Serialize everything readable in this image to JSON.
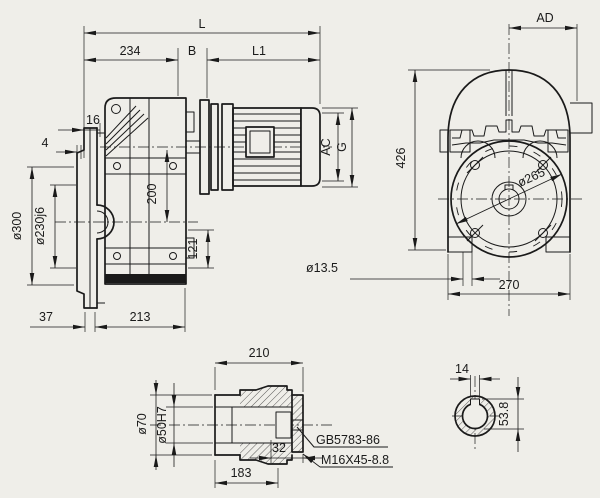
{
  "side": {
    "L": "L",
    "d234": "234",
    "B": "B",
    "L1": "L1",
    "d16": "16",
    "d4": "4",
    "d300": "ø300",
    "d230": "ø230j6",
    "d200": "200",
    "d121": "121",
    "d37": "37",
    "d213": "213",
    "AC": "AC",
    "G": "G"
  },
  "end": {
    "AD": "AD",
    "d426": "426",
    "d265": "ø265",
    "d135": "ø13.5",
    "d270": "270"
  },
  "shaft": {
    "d210": "210",
    "d70": "ø70",
    "d50": "ø50H7",
    "d32": "32",
    "d183": "183",
    "note1": "GB5783-86",
    "note2": "M16X45-8.8"
  },
  "bore": {
    "d14": "14",
    "d538": "53.8"
  },
  "colors": {
    "paper": "#efeee9",
    "ink": "#1a1a1a"
  }
}
